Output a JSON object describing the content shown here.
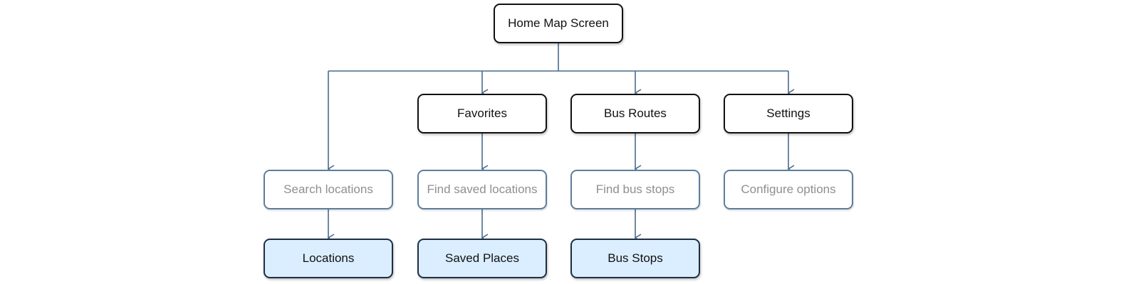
{
  "root": {
    "label": "Home Map Screen"
  },
  "screens": [
    {
      "label": "Favorites"
    },
    {
      "label": "Bus Routes"
    },
    {
      "label": "Settings"
    }
  ],
  "actions": [
    {
      "label": "Search locations"
    },
    {
      "label": "Find saved locations"
    },
    {
      "label": "Find bus stops"
    },
    {
      "label": "Configure options"
    }
  ],
  "results": [
    {
      "label": "Locations"
    },
    {
      "label": "Saved Places"
    },
    {
      "label": "Bus Stops"
    }
  ],
  "colors": {
    "connector": "#4a6a8a",
    "screen_border": "#111111",
    "action_border": "#5d7d9c",
    "action_text": "#8f8f8f",
    "result_fill": "#dbeeff",
    "result_border": "#1d2f44"
  }
}
